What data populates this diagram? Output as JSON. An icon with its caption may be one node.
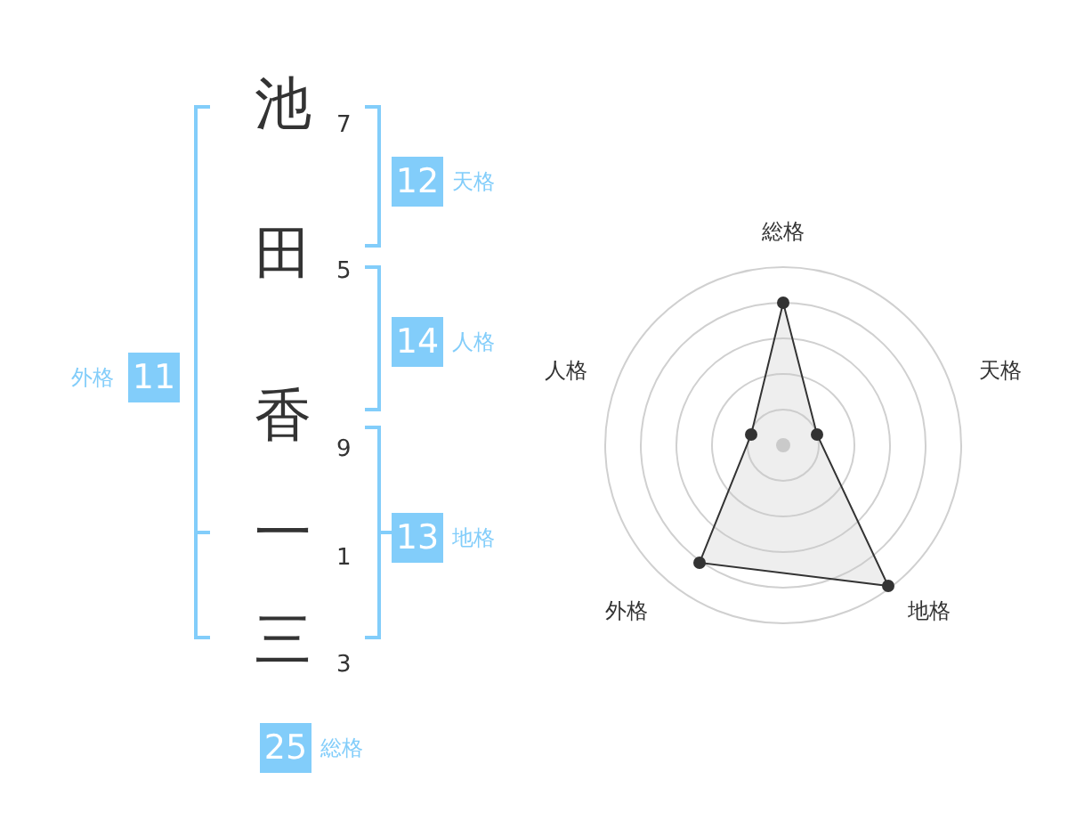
{
  "diagram": {
    "nodes": [
      {
        "text": [
          "12"
        ],
        "beside": [
          "天格"
        ]
      },
      {
        "text": [
          "14"
        ],
        "beside": [
          "人格"
        ]
      },
      {
        "text": [
          "11"
        ],
        "beside": [
          "外格"
        ]
      },
      {
        "text": [
          "13"
        ],
        "beside": [
          "地格"
        ]
      },
      {
        "text": [
          "25"
        ],
        "beside": [
          "総格"
        ]
      }
    ],
    "labels": [
      "池",
      "7",
      "田",
      "5",
      "香",
      "9",
      "一",
      "1",
      "三",
      "3",
      "総格",
      "人格",
      "天格",
      "外格",
      "地格"
    ]
  }
}
